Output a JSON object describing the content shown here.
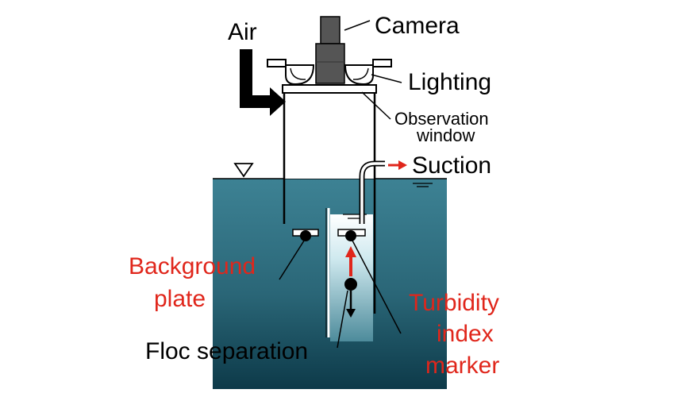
{
  "labels": {
    "camera": "Camera",
    "air": "Air",
    "lighting": "Lighting",
    "observation_window_line1": "Observation",
    "observation_window_line2": "window",
    "suction": "Suction",
    "background_plate_line1": "Background",
    "background_plate_line2": "plate",
    "turbidity_line1": "Turbidity",
    "turbidity_line2": "index",
    "turbidity_line3": "marker",
    "floc_separation": "Floc separation"
  },
  "colors": {
    "water": "#2f6f80",
    "water_deep": "#0f3f4f",
    "chamber_light": "#e6f4f7",
    "outline": "#000000",
    "highlight_text": "#e0261b",
    "arrow_red": "#e0261b",
    "text": "#000000"
  },
  "icons": {
    "water_level": "water-level-triangle-icon",
    "air_arrow": "air-flow-arrow-icon",
    "suction_arrow": "suction-arrow-icon"
  }
}
